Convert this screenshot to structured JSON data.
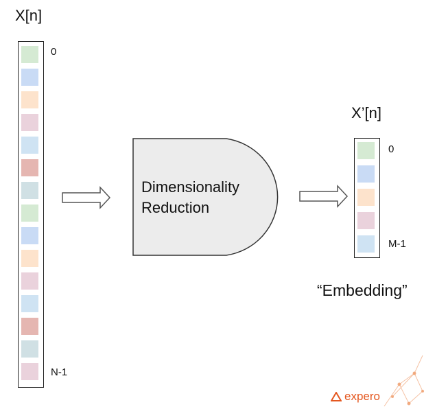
{
  "input": {
    "title": "X[n]",
    "first_index": "0",
    "last_index": "N-1",
    "cell_colors": [
      "#d5ead3",
      "#c9dbf5",
      "#fde3cc",
      "#ead2dc",
      "#cfe3f3",
      "#e5b6b1",
      "#d0e0e4",
      "#d5ead3",
      "#c9dbf5",
      "#fde3cc",
      "#ead2dc",
      "#cfe3f3",
      "#e5b6b1",
      "#d0e0e4",
      "#ead2dc"
    ]
  },
  "block": {
    "label_line1": "Dimensionality",
    "label_line2": "Reduction",
    "fill": "#ececec"
  },
  "output": {
    "title": "X’[n]",
    "first_index": "0",
    "last_index": "M-1",
    "cell_colors": [
      "#d5ead3",
      "#c9dbf5",
      "#fde3cc",
      "#ead2dc",
      "#cfe3f3"
    ],
    "caption": "“Embedding”"
  },
  "logo": {
    "text": "expero",
    "color": "#e4571f"
  }
}
